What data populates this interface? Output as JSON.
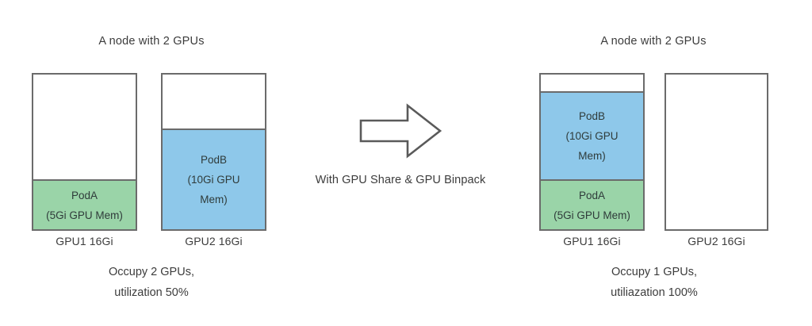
{
  "diagram": {
    "background": "#ffffff",
    "border_color": "#6b6b6b",
    "pod_a_color": "#9ad4a8",
    "pod_b_color": "#8ec8ea",
    "text_color": "#3c3c3c"
  },
  "left": {
    "title": "A node with 2 GPUs",
    "gpus": [
      {
        "label": "GPU1 16Gi",
        "capacity": "16Gi",
        "free_label": "",
        "pod": {
          "name": "PodA",
          "mem_line": "(5Gi GPU Mem)",
          "lines": [
            "PodA",
            "(5Gi GPU Mem)"
          ],
          "size_gi": 5,
          "color": "#9ad4a8"
        }
      },
      {
        "label": "GPU2 16Gi",
        "capacity": "16Gi",
        "free_label": "",
        "pod": {
          "name": "PodB",
          "mem_line": "(10Gi GPU Mem)",
          "lines": [
            "PodB",
            "(10Gi GPU",
            "Mem)"
          ],
          "size_gi": 10,
          "color": "#8ec8ea"
        }
      }
    ],
    "caption": {
      "lines": [
        "Occupy 2 GPUs,",
        "utilization 50%"
      ],
      "occupied_gpus": 2,
      "utilization": "50%"
    }
  },
  "center": {
    "arrow": "right-arrow",
    "label": "With GPU Share & GPU Binpack"
  },
  "right": {
    "title": "A node with 2 GPUs",
    "gpus": [
      {
        "label": "GPU1 16Gi",
        "capacity": "16Gi",
        "pods": [
          {
            "name": "PodB",
            "mem_line": "(10Gi GPU Mem)",
            "lines": [
              "PodB",
              "(10Gi GPU",
              "Mem)"
            ],
            "size_gi": 10,
            "color": "#8ec8ea"
          },
          {
            "name": "PodA",
            "mem_line": "(5Gi GPU Mem)",
            "lines": [
              "PodA",
              "(5Gi GPU Mem)"
            ],
            "size_gi": 5,
            "color": "#9ad4a8"
          }
        ]
      },
      {
        "label": "GPU2 16Gi",
        "capacity": "16Gi",
        "pods": []
      }
    ],
    "caption": {
      "lines": [
        "Occupy 1 GPUs,",
        "utiliazation 100%"
      ],
      "occupied_gpus": 1,
      "utilization": "100%"
    }
  }
}
